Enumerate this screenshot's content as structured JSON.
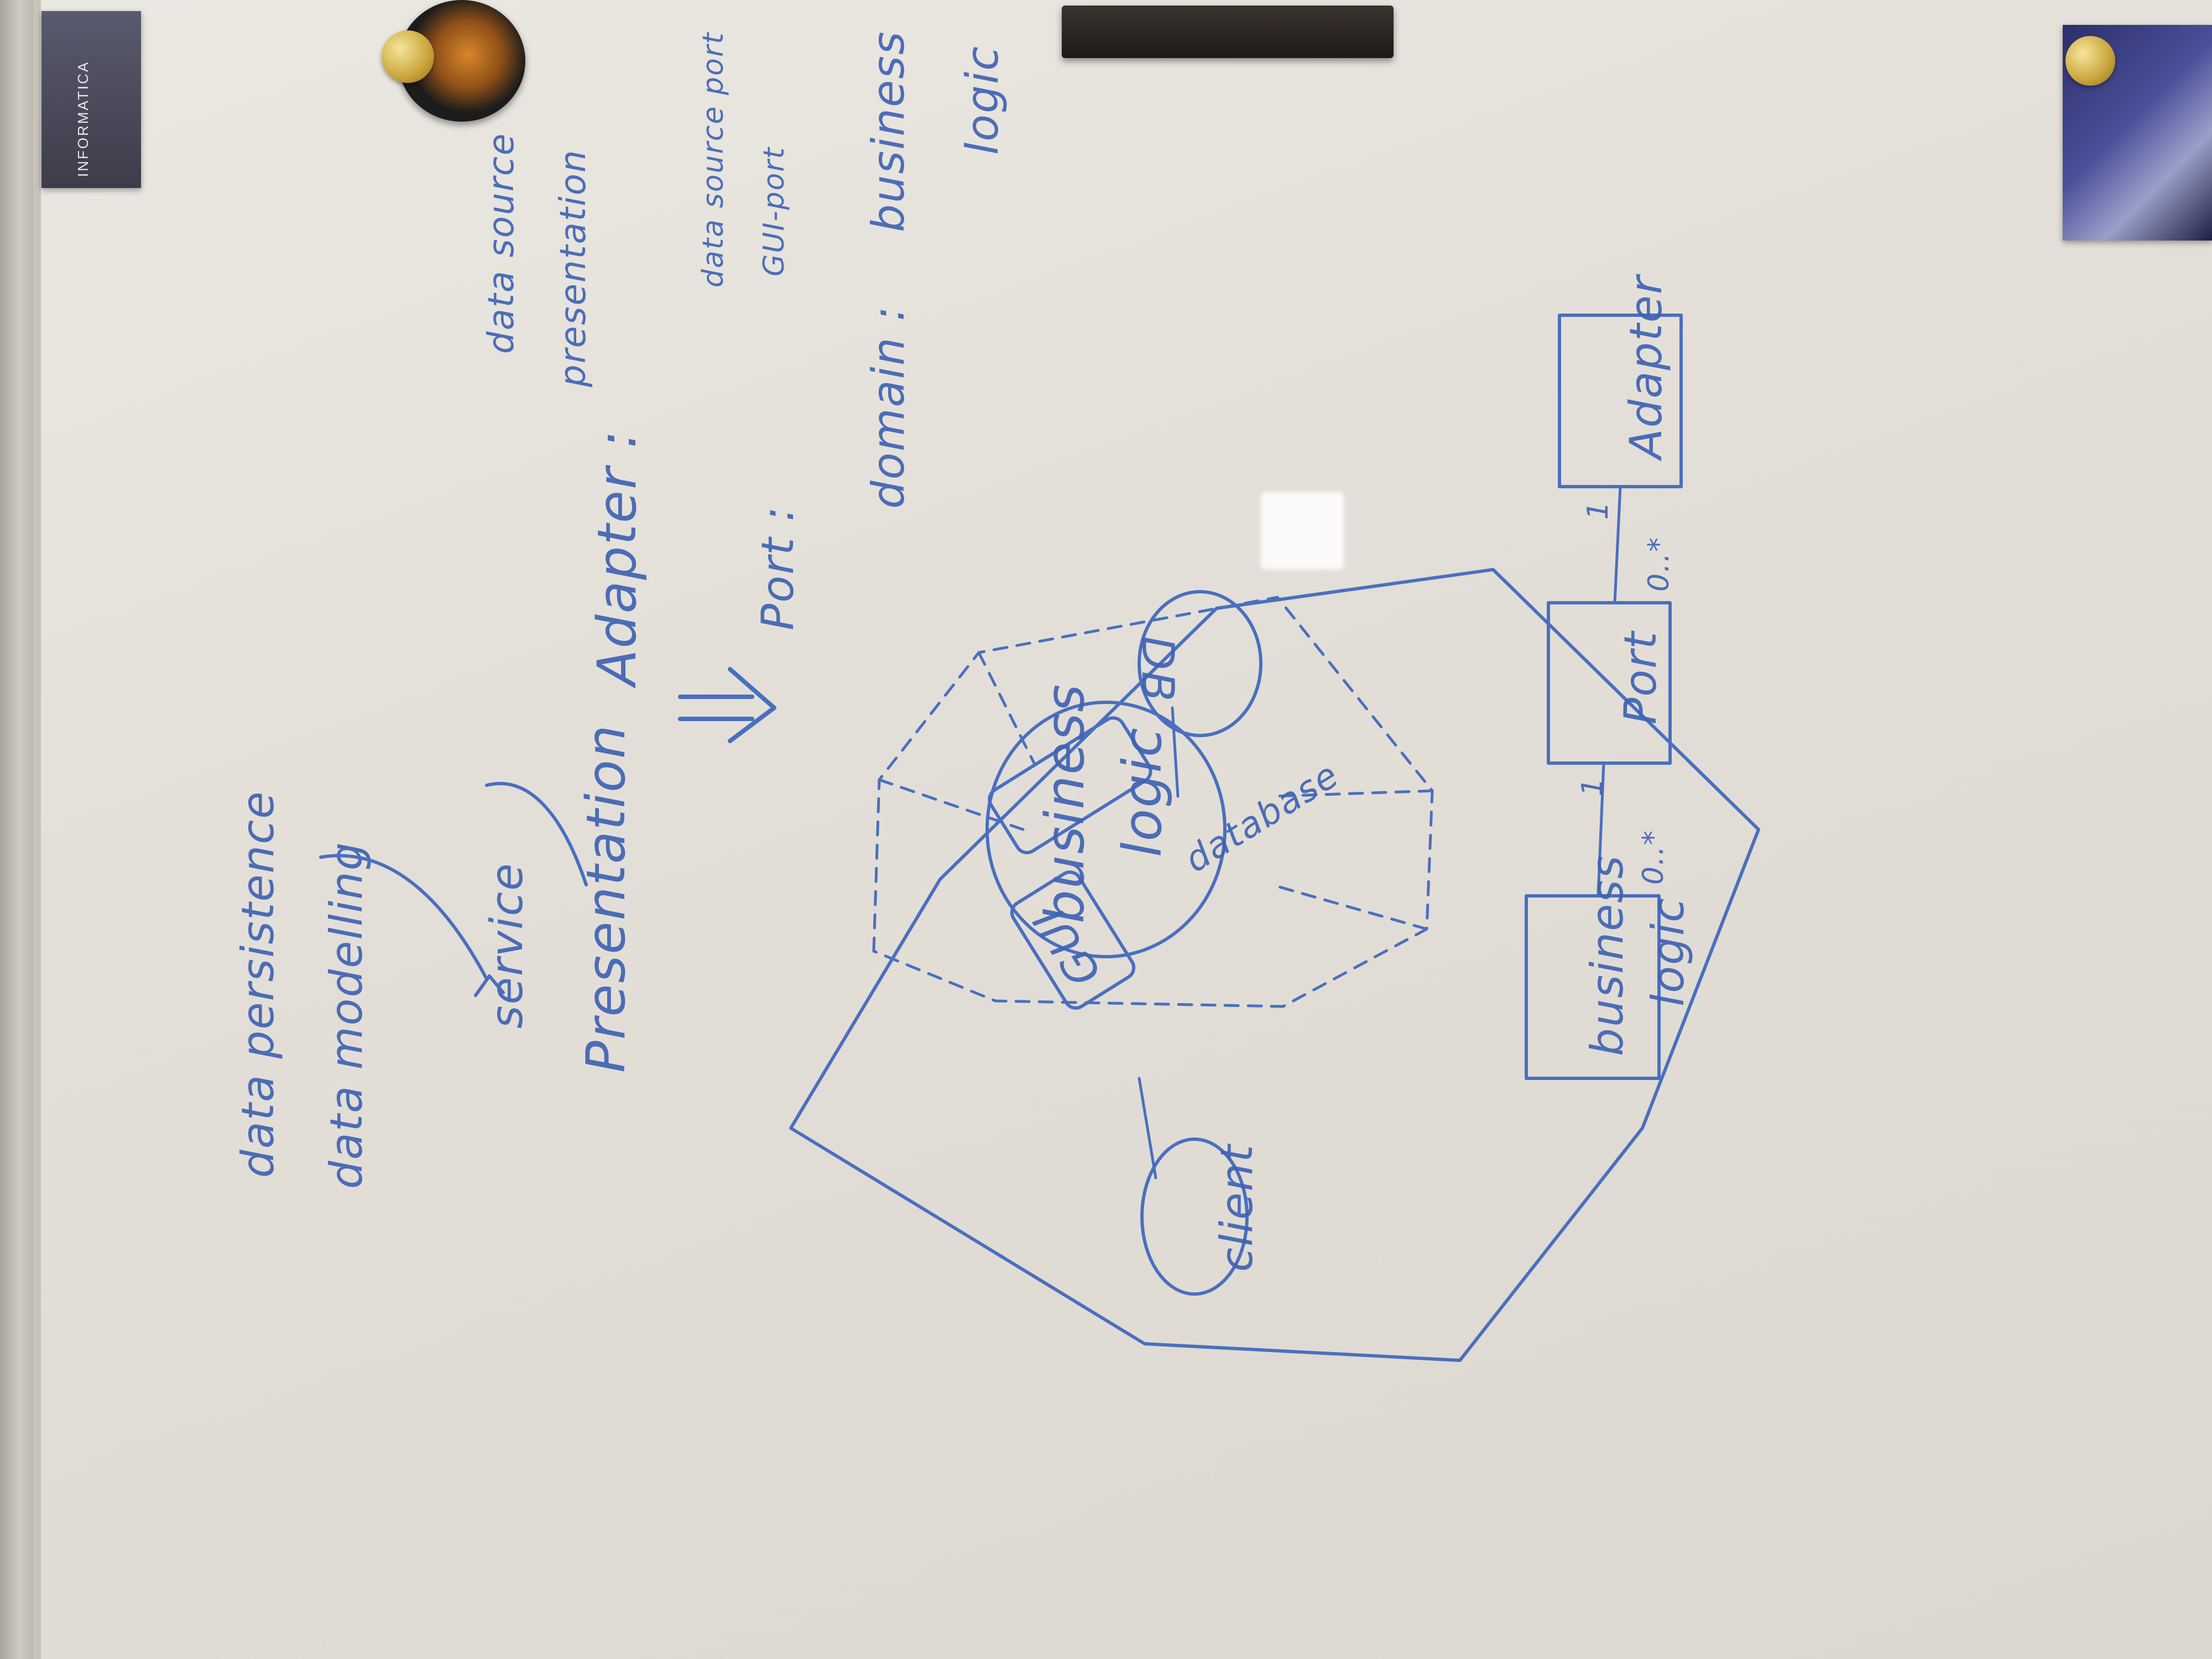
{
  "stickers": {
    "top_left_tag": "INFORMATICA"
  },
  "notes": {
    "line1": "data persistence",
    "line2": "data modelling",
    "line3": "service",
    "line4": "Presentation",
    "adapter_label": "Adapter :",
    "adapter_item1": "data source",
    "adapter_item2": "presentation",
    "port_label": "Port :",
    "port_item1": "data source port",
    "port_item2": "GUI-port",
    "domain_label": "domain :",
    "domain_item1": "business",
    "domain_item2": "logic"
  },
  "hexagon": {
    "core_line1": "business",
    "core_line2": "logic",
    "database_box": "database",
    "gui_box": "GUI",
    "left_client": "client",
    "right_client": "DB"
  },
  "uml": {
    "box_business_line1": "business",
    "box_business_line2": "logic",
    "box_port": "Port",
    "box_adapter": "Adapter",
    "mult_1": "0..*",
    "mult_2": "1",
    "mult_3": "0..*",
    "mult_4": "1"
  }
}
